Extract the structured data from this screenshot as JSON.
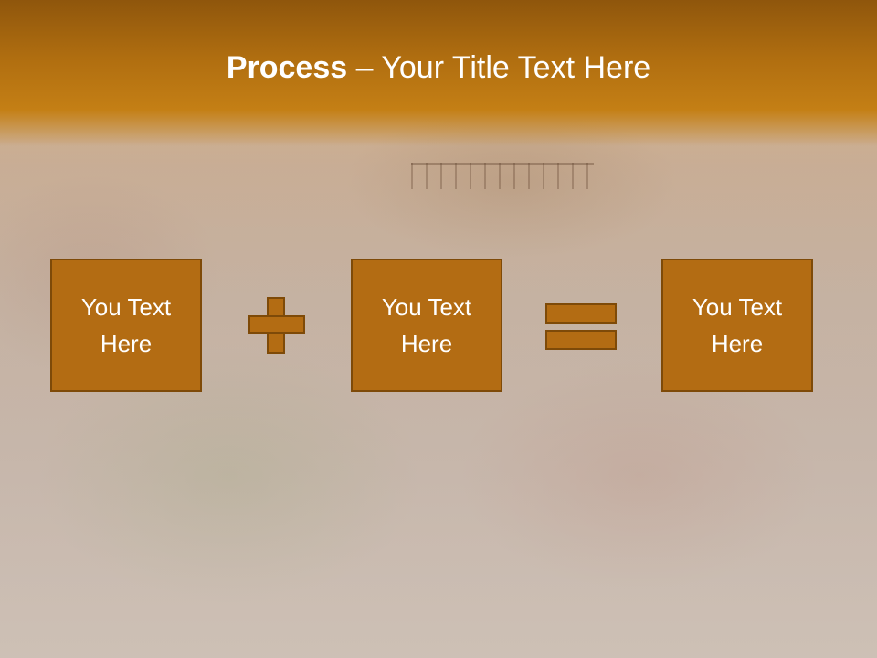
{
  "title": {
    "bold": "Process",
    "rest": " – Your Title Text Here"
  },
  "boxes": [
    {
      "line1": "You Text",
      "line2": "Here"
    },
    {
      "line1": "You Text",
      "line2": "Here"
    },
    {
      "line1": "You Text",
      "line2": "Here"
    }
  ],
  "operators": [
    "plus-icon",
    "equals-icon"
  ],
  "colors": {
    "box_fill": "#b36c13",
    "box_border": "#7e4a08",
    "title_bar": "#b06e10",
    "text": "#ffffff"
  }
}
